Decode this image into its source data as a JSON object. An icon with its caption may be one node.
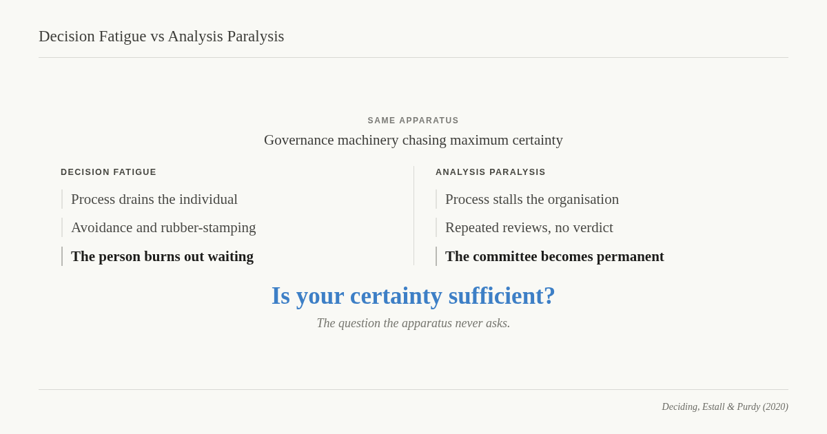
{
  "diagram": {
    "title": "Decision Fatigue vs Analysis Paralysis",
    "caption": "Deciding, Estall & Purdy (2020)",
    "labels": [
      "SAME APPARATUS",
      "Governance machinery chasing maximum certainty",
      "DECISION FATIGUE",
      "Process drains the individual",
      "Avoidance and rubber-stamping",
      "The person burns out waiting",
      "ANALYSIS PARALYSIS",
      "Process stalls the organisation",
      "Repeated reviews, no verdict",
      "The committee becomes permanent",
      "Is your certainty sufficient?",
      "The question the apparatus never asks."
    ]
  }
}
